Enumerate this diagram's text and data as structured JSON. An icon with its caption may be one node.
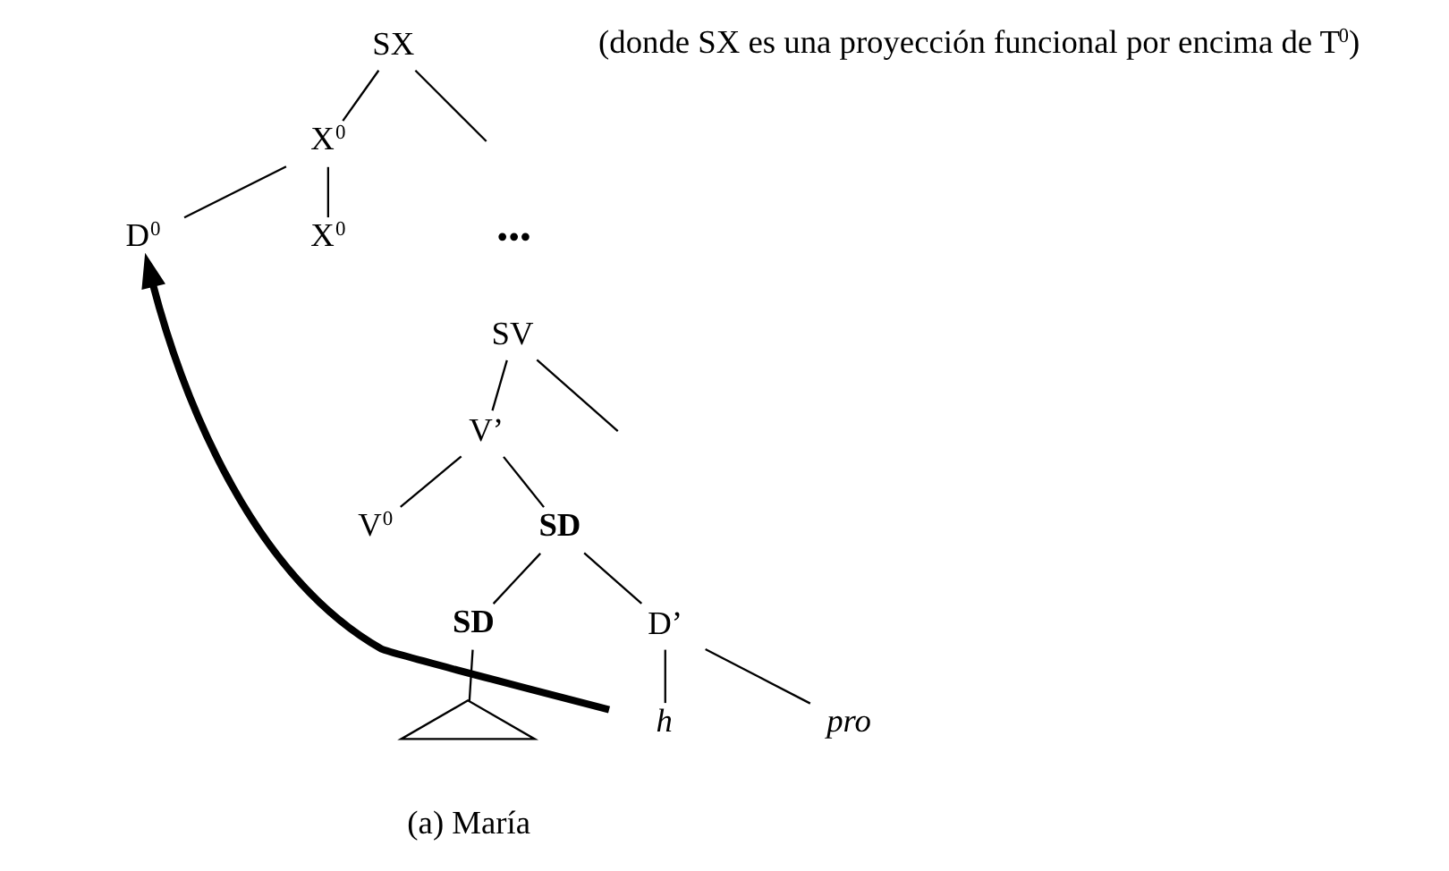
{
  "diagram": {
    "nodes": [
      {
        "text": [
          "SX"
        ]
      },
      {
        "text": [
          "X$^{0}$"
        ]
      },
      {
        "text": [
          "D$^{0}$"
        ]
      },
      {
        "text": [
          "X$^{0}$"
        ]
      },
      {
        "text": [
          "SV"
        ]
      },
      {
        "text": [
          "V’"
        ]
      },
      {
        "text": [
          "V$^{0}$"
        ]
      },
      {
        "text": [
          "SD"
        ]
      },
      {
        "text": [
          "SD"
        ]
      },
      {
        "text": [
          "D’"
        ]
      },
      {
        "text": [],
        "shape": "triangle",
        "beside": [
          "(a) María"
        ]
      },
      {
        "text": [
          "h"
        ]
      },
      {
        "text": [
          "pro"
        ]
      }
    ],
    "edges": [
      {
        "from": 0,
        "to": 1,
        "arrow": "none"
      },
      {
        "from": 0,
        "to": null,
        "arrow": "none"
      },
      {
        "from": 1,
        "to": 2,
        "arrow": "none"
      },
      {
        "from": 1,
        "to": 3,
        "arrow": "none"
      },
      {
        "from": 4,
        "to": null,
        "arrow": "none"
      },
      {
        "from": 4,
        "to": 5,
        "arrow": "none"
      },
      {
        "from": 5,
        "to": 6,
        "arrow": "none"
      },
      {
        "from": 5,
        "to": 7,
        "arrow": "none"
      },
      {
        "from": 7,
        "to": 8,
        "arrow": "none"
      },
      {
        "from": 7,
        "to": 9,
        "arrow": "none"
      },
      {
        "from": 8,
        "to": 10,
        "arrow": "none"
      },
      {
        "from": 9,
        "to": 11,
        "arrow": "none"
      },
      {
        "from": 9,
        "to": 12,
        "arrow": "none"
      },
      {
        "from": 11,
        "to": 2,
        "arrow": "to",
        "style": "thick"
      }
    ],
    "labels": [
      "(donde SX es una proyección funcional por encima de T$^{0}$)",
      "•••"
    ]
  }
}
